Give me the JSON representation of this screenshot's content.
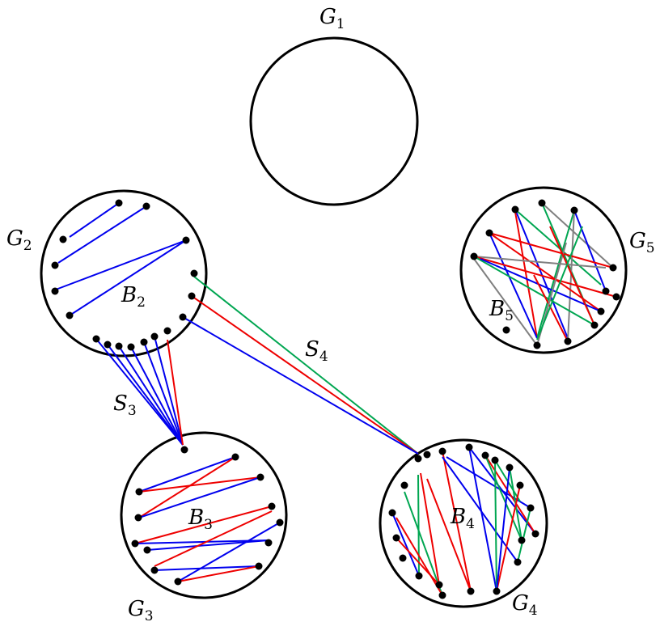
{
  "colors": {
    "blue": "#0000ee",
    "red": "#ee0000",
    "green": "#00a651",
    "gray": "#808080",
    "outline": "#000000"
  },
  "labels": {
    "g1": {
      "base": "G",
      "sub": "1"
    },
    "g2": {
      "base": "G",
      "sub": "2"
    },
    "g3": {
      "base": "G",
      "sub": "3"
    },
    "g4": {
      "base": "G",
      "sub": "4"
    },
    "g5": {
      "base": "G",
      "sub": "5"
    },
    "b2": {
      "base": "B",
      "sub": "2"
    },
    "b3": {
      "base": "B",
      "sub": "3"
    },
    "b4": {
      "base": "B",
      "sub": "4"
    },
    "b5": {
      "base": "B",
      "sub": "5"
    },
    "s3": {
      "base": "S",
      "sub": "3"
    },
    "s4": {
      "base": "S",
      "sub": "4"
    }
  }
}
